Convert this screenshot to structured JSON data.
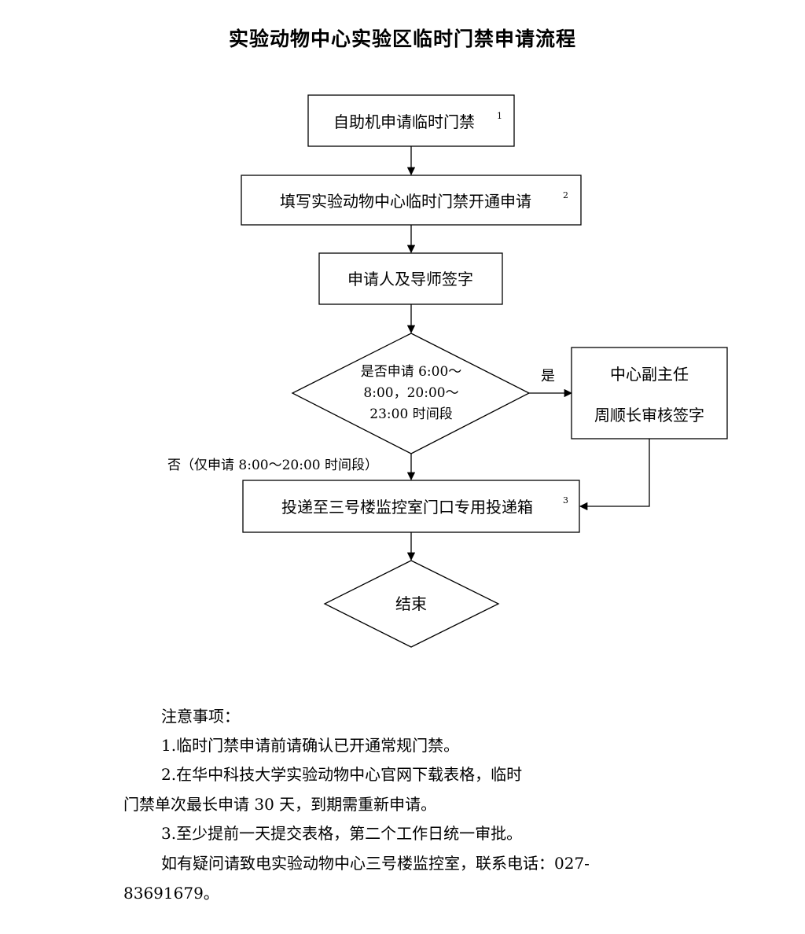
{
  "title": "实验动物中心实验区临时门禁申请流程",
  "flow": {
    "step1": {
      "text": "自助机申请临时门禁",
      "sup": "1"
    },
    "step2": {
      "text": "填写实验动物中心临时门禁开通申请",
      "sup": "2"
    },
    "step3": {
      "text": "申请人及导师签字"
    },
    "decision": {
      "line1": "是否申请 6:00～",
      "line2": "8:00，20:00～",
      "line3": "23:00 时间段"
    },
    "yes_label": "是",
    "approver": {
      "line1": "中心副主任",
      "line2": "周顺长审核签字"
    },
    "no_label": "否（仅申请 8:00～20:00 时间段）",
    "step4": {
      "text": "投递至三号楼监控室门口专用投递箱",
      "sup": "3"
    },
    "end": "结束"
  },
  "notes": {
    "heading": "注意事项：",
    "item1": "1.临时门禁申请前请确认已开通常规门禁。",
    "item2_line1": "2.在华中科技大学实验动物中心官网下载表格，临时",
    "item2_line2": "门禁单次最长申请 30 天，到期需重新申请。",
    "item3": "3.至少提前一天提交表格，第二个工作日统一审批。",
    "contact_line1": "如有疑问请致电实验动物中心三号楼监控室，联系电话：027-",
    "contact_line2": "83691679。"
  }
}
